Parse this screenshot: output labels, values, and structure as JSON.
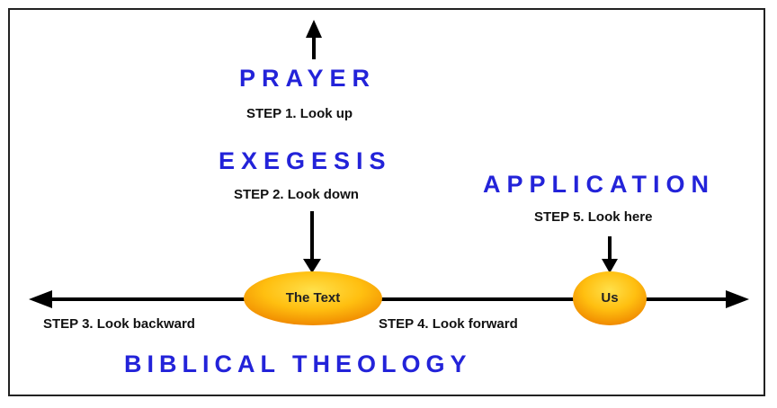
{
  "headings": {
    "prayer": "PRAYER",
    "exegesis": "EXEGESIS",
    "application": "APPLICATION",
    "biblical_theology": "BIBLICAL THEOLOGY"
  },
  "steps": {
    "step1": "STEP 1. Look up",
    "step2": "STEP 2. Look down",
    "step3": "STEP 3. Look backward",
    "step4": "STEP 4. Look forward",
    "step5": "STEP 5. Look here"
  },
  "nodes": {
    "text": "The Text",
    "us": "Us"
  },
  "colors": {
    "heading": "#2323d9",
    "ellipse_fill_top": "#ffd21a",
    "ellipse_fill_bottom": "#f08a00",
    "arrow": "#000000"
  }
}
